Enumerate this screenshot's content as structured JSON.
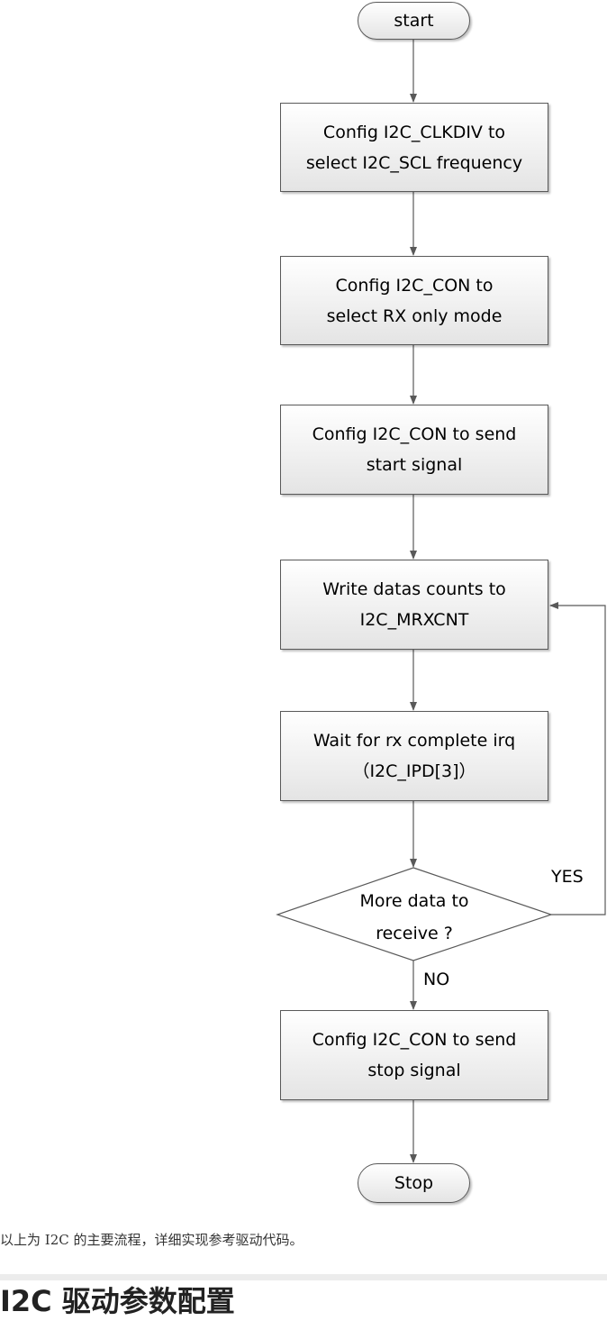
{
  "flowchart": {
    "start": "start",
    "steps": [
      "Config I2C_CLKDIV to\nselect I2C_SCL frequency",
      "Config I2C_CON to\nselect RX only mode",
      "Config I2C_CON to send\nstart signal",
      "Write datas counts to\nI2C_MRXCNT",
      "Wait for rx complete irq\n（I2C_IPD[3]）"
    ],
    "decision": "More data to\nreceive ?",
    "yes_label": "YES",
    "no_label": "NO",
    "final_step": "Config I2C_CON to send\nstop signal",
    "stop": "Stop"
  },
  "caption": "以上为 I2C 的主要流程，详细实现参考驱动代码。",
  "section_heading": "I2C 驱动参数配置"
}
